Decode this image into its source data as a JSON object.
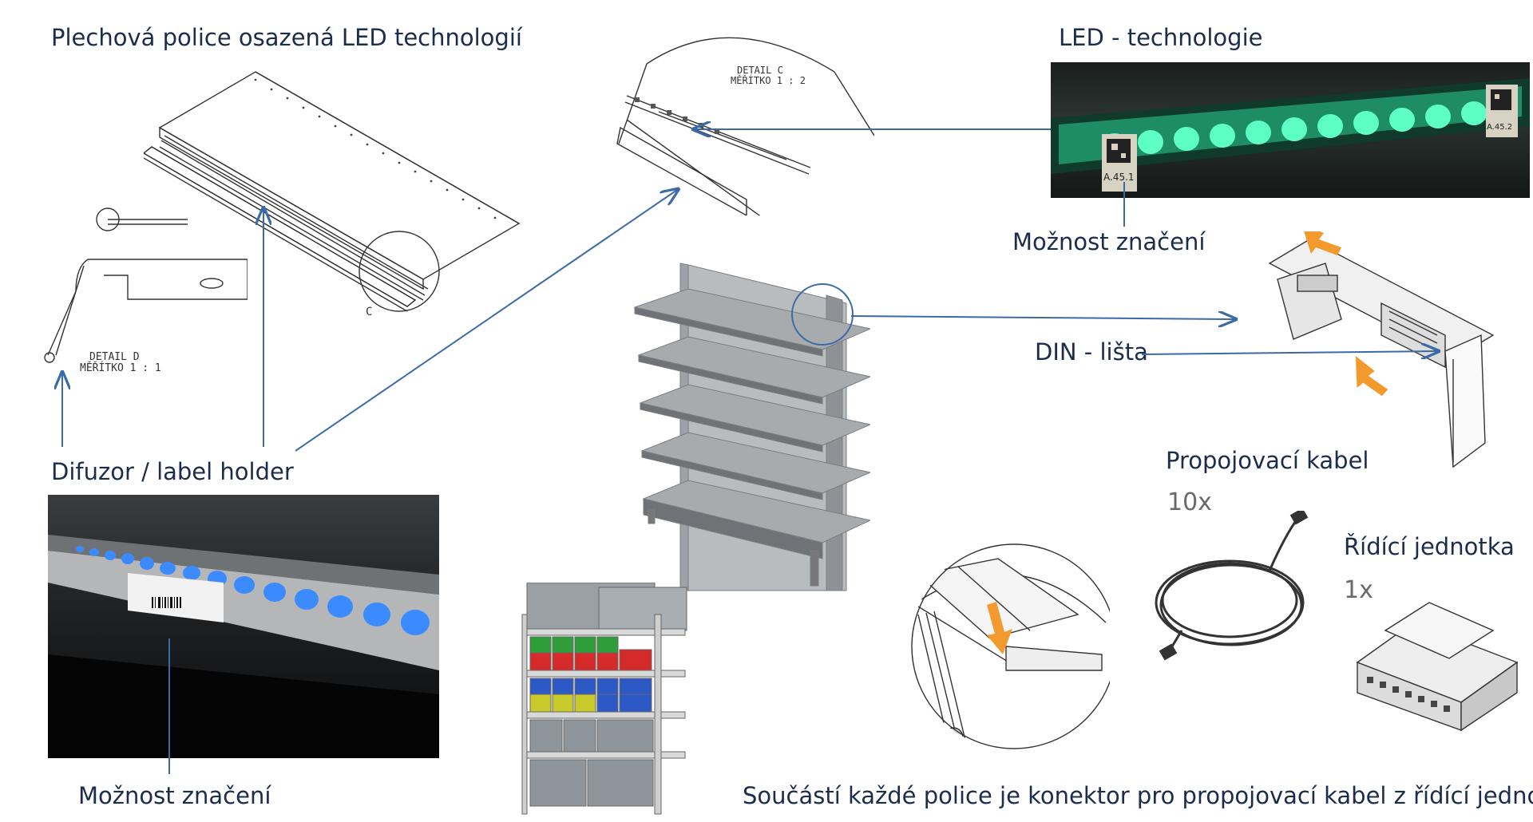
{
  "labels": {
    "shelf_title": "Plechová police osazená LED technologií",
    "led_title": "LED - technologie",
    "marking_top": "Možnost značení",
    "din_rail": "DIN - lišta",
    "cable_title": "Propojovací kabel",
    "cable_qty": "10x",
    "control_title": "Řídící jednotka",
    "control_qty": "1x",
    "diffuser": "Difuzor / label holder",
    "marking_bottom": "Možnost značení",
    "connector_note": "Součástí každé police je konektor pro propojovací kabel z řídící jednotky"
  },
  "drawing_text": {
    "detail_c_1": "DETAIL C",
    "detail_c_2": "MĚŘÍTKO 1 : 2",
    "detail_d_1": "DETAIL D",
    "detail_d_2": "MĚŘÍTKO 1 : 1",
    "callout_c": "C",
    "qr_tag_1": "A.45.1",
    "qr_tag_2": "A.45.2"
  },
  "colors": {
    "arrow": "#3a6aa8",
    "text": "#1c2c4c",
    "led_green": "#33e0a0",
    "led_blue": "#2a7dff",
    "orange": "#f39a2e"
  }
}
